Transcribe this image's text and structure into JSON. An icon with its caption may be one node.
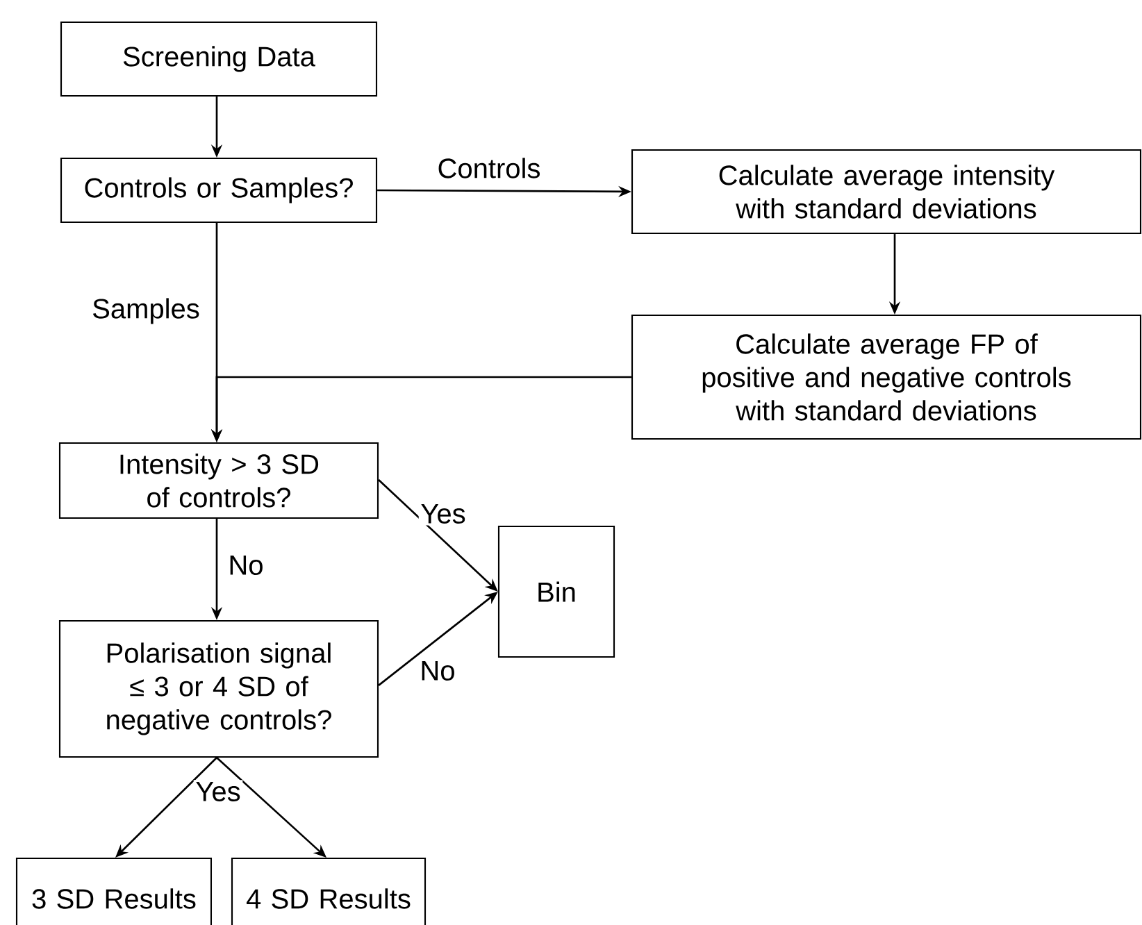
{
  "diagram": {
    "nodes": [
      {
        "text": [
          "Screening Data"
        ]
      },
      {
        "text": [
          "Controls or Samples?"
        ]
      },
      {
        "text": [
          "Calculate average intensity with standard deviations"
        ]
      },
      {
        "text": [
          "Calculate average FP of positive and negative controls with standard deviations"
        ]
      },
      {
        "text": [
          "Intensity > 3 SD of controls?"
        ]
      },
      {
        "text": [
          "Bin"
        ]
      },
      {
        "text": [
          "Polarisation signal ≤ 3 or 4 SD of negative controls?"
        ]
      },
      {
        "text": [
          "3 SD Results"
        ]
      },
      {
        "text": [
          "4 SD Results"
        ]
      }
    ],
    "edges": [
      {
        "from": 0,
        "to": 1,
        "arrow": "to"
      },
      {
        "from": 1,
        "to": 2,
        "arrow": "to",
        "label": "Controls"
      },
      {
        "from": 2,
        "to": 3,
        "arrow": "to"
      },
      {
        "from": 1,
        "to": 4,
        "arrow": "to",
        "label": "Samples"
      },
      {
        "from": 3,
        "to": 4,
        "arrow": "to"
      },
      {
        "from": 4,
        "to": 5,
        "arrow": "to",
        "label": "Yes"
      },
      {
        "from": 4,
        "to": 6,
        "arrow": "to",
        "label": "No"
      },
      {
        "from": 6,
        "to": 5,
        "arrow": "to",
        "label": "No"
      },
      {
        "from": 6,
        "to": 7,
        "arrow": "to"
      },
      {
        "from": 6,
        "to": 8,
        "arrow": "to",
        "label": "Yes"
      }
    ]
  }
}
